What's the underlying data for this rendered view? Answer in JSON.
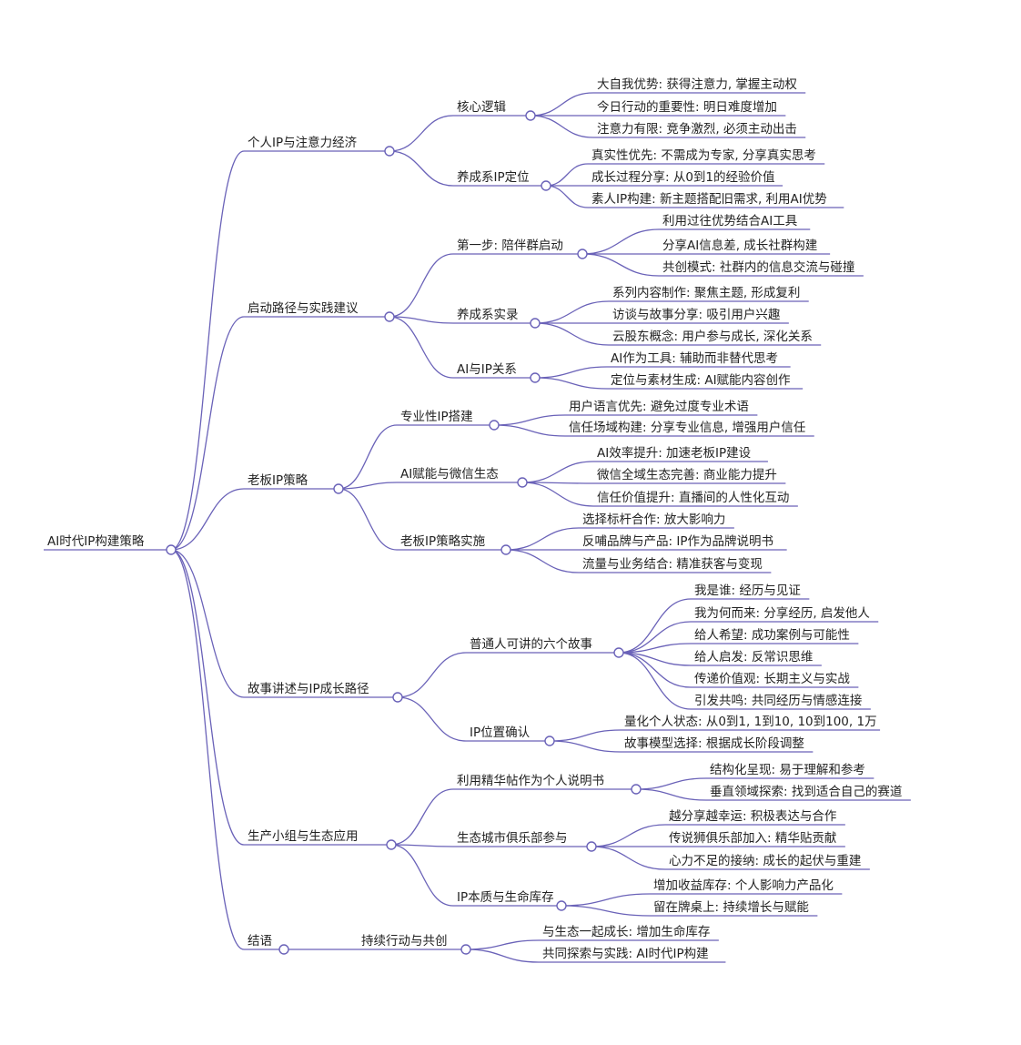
{
  "root": {
    "label": "AI时代IP构建策略",
    "children": [
      {
        "label": "个人IP与注意力经济",
        "children": [
          {
            "label": "核心逻辑",
            "children": [
              {
                "label": "大自我优势: 获得注意力, 掌握主动权"
              },
              {
                "label": "今日行动的重要性: 明日难度增加"
              },
              {
                "label": "注意力有限: 竞争激烈, 必须主动出击"
              }
            ]
          },
          {
            "label": "养成系IP定位",
            "children": [
              {
                "label": "真实性优先: 不需成为专家, 分享真实思考"
              },
              {
                "label": "成长过程分享: 从0到1的经验价值"
              },
              {
                "label": "素人IP构建: 新主题搭配旧需求, 利用AI优势"
              }
            ]
          }
        ]
      },
      {
        "label": "启动路径与实践建议",
        "children": [
          {
            "label": "第一步: 陪伴群启动",
            "children": [
              {
                "label": "利用过往优势结合AI工具"
              },
              {
                "label": "分享AI信息差, 成长社群构建"
              },
              {
                "label": "共创模式: 社群内的信息交流与碰撞"
              }
            ]
          },
          {
            "label": "养成系实录",
            "children": [
              {
                "label": "系列内容制作: 聚焦主题, 形成复利"
              },
              {
                "label": "访谈与故事分享: 吸引用户兴趣"
              },
              {
                "label": "云股东概念: 用户参与成长, 深化关系"
              }
            ]
          },
          {
            "label": "AI与IP关系",
            "children": [
              {
                "label": "AI作为工具: 辅助而非替代思考"
              },
              {
                "label": "定位与素材生成: AI赋能内容创作"
              }
            ]
          }
        ]
      },
      {
        "label": "老板IP策略",
        "children": [
          {
            "label": "专业性IP搭建",
            "children": [
              {
                "label": "用户语言优先: 避免过度专业术语"
              },
              {
                "label": "信任场域构建: 分享专业信息, 增强用户信任"
              }
            ]
          },
          {
            "label": "AI赋能与微信生态",
            "children": [
              {
                "label": "AI效率提升: 加速老板IP建设"
              },
              {
                "label": "微信全域生态完善: 商业能力提升"
              },
              {
                "label": "信任价值提升: 直播间的人性化互动"
              }
            ]
          },
          {
            "label": "老板IP策略实施",
            "children": [
              {
                "label": "选择标杆合作: 放大影响力"
              },
              {
                "label": "反哺品牌与产品: IP作为品牌说明书"
              },
              {
                "label": "流量与业务结合: 精准获客与变现"
              }
            ]
          }
        ]
      },
      {
        "label": "故事讲述与IP成长路径",
        "children": [
          {
            "label": "普通人可讲的六个故事",
            "children": [
              {
                "label": "我是谁: 经历与见证"
              },
              {
                "label": "我为何而来: 分享经历, 启发他人"
              },
              {
                "label": "给人希望: 成功案例与可能性"
              },
              {
                "label": "给人启发: 反常识思维"
              },
              {
                "label": "传递价值观: 长期主义与实战"
              },
              {
                "label": "引发共鸣: 共同经历与情感连接"
              }
            ]
          },
          {
            "label": "IP位置确认",
            "children": [
              {
                "label": "量化个人状态: 从0到1, 1到10, 10到100, 1万"
              },
              {
                "label": "故事模型选择: 根据成长阶段调整"
              }
            ]
          }
        ]
      },
      {
        "label": "生产小组与生态应用",
        "children": [
          {
            "label": "利用精华帖作为个人说明书",
            "children": [
              {
                "label": "结构化呈现: 易于理解和参考"
              },
              {
                "label": "垂直领域探索: 找到适合自己的赛道"
              }
            ]
          },
          {
            "label": "生态城市俱乐部参与",
            "children": [
              {
                "label": "越分享越幸运: 积极表达与合作"
              },
              {
                "label": "传说狮俱乐部加入: 精华贴贡献"
              },
              {
                "label": "心力不足的接纳: 成长的起伏与重建"
              }
            ]
          },
          {
            "label": "IP本质与生命库存",
            "children": [
              {
                "label": "增加收益库存: 个人影响力产品化"
              },
              {
                "label": "留在牌桌上: 持续增长与赋能"
              }
            ]
          }
        ]
      },
      {
        "label": "结语",
        "children": [
          {
            "label": "持续行动与共创",
            "children": [
              {
                "label": "与生态一起成长: 增加生命库存"
              },
              {
                "label": "共同探索与实践: AI时代IP构建"
              }
            ]
          }
        ]
      }
    ]
  }
}
